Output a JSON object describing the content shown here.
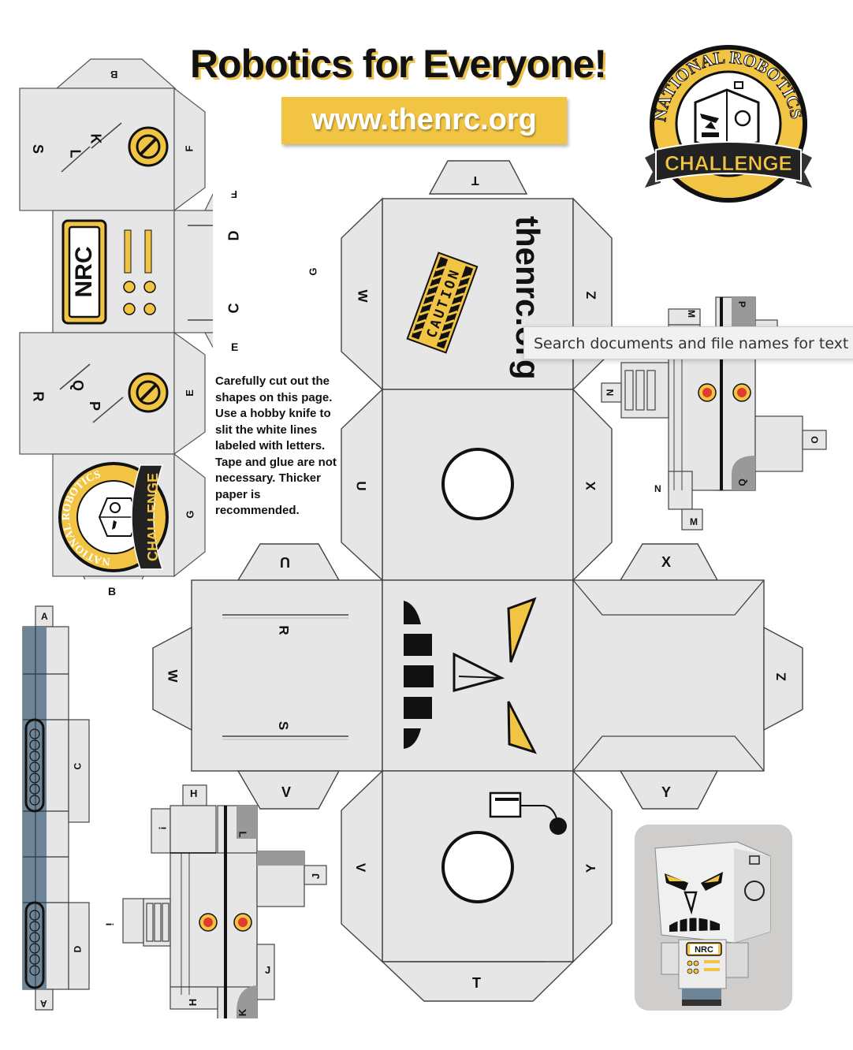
{
  "header": {
    "title": "Robotics for Everyone!",
    "url": "www.thenrc.org"
  },
  "logo": {
    "arc_text": "NATIONAL ROBOTICS",
    "banner_text": "CHALLENGE"
  },
  "mini_logo": {
    "arc_text": "NATIONAL ROBOTICS",
    "banner_text": "CHALLENGE"
  },
  "instructions": "Carefully cut out the shapes on this page. Use a hobby knife to slit the white lines labeled with letters. Tape and glue are not necessary. Thicker paper is recommended.",
  "tooltip": "Search documents and file names for text",
  "head": {
    "brand_text": "thenrc.org",
    "caution_text": "CAUTION"
  },
  "body_panel": {
    "badge_text": "NRC"
  },
  "photo": {
    "badge_text": "NRC"
  },
  "labels": {
    "B": "B",
    "F": "F",
    "S": "S",
    "L": "L",
    "K": "K",
    "D": "D",
    "C": "C",
    "G": "G",
    "E": "E",
    "R": "R",
    "Q": "Q",
    "P": "P",
    "T": "T",
    "W": "W",
    "Z": "Z",
    "U": "U",
    "X": "X",
    "V": "V",
    "Y": "Y",
    "M": "M",
    "N": "N",
    "O": "O",
    "A": "A",
    "H": "H",
    "I": "I",
    "J": "J",
    "i_lower": "i",
    "excl": "!"
  },
  "colors": {
    "paper": "#e6e6e6",
    "outline": "#444444",
    "accent": "#f2c443",
    "button_red": "#e23a2e",
    "arm_blue": "#6e8597",
    "photo_bg": "#d0cfcf"
  }
}
